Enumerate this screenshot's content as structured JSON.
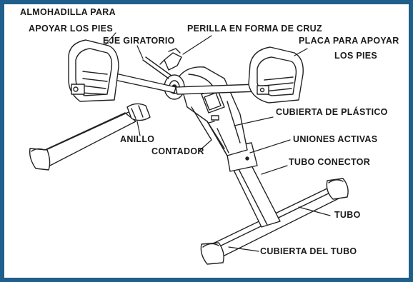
{
  "frame_color": "#1f5f8b",
  "labels": {
    "foot_pad_line1": "ALMOHADILLA PARA",
    "foot_pad_line2": "APOYAR LOS PIES",
    "pivot_axis": "EJE GIRATORIO",
    "cross_knob": "PERILLA EN FORMA DE CRUZ",
    "foot_plate_line1": "PLACA PARA APOYAR",
    "foot_plate_line2": "LOS PIES",
    "plastic_cover": "CUBIERTA DE PLÁSTICO",
    "ring": "ANILLO",
    "counter": "CONTADOR",
    "active_joints": "UNIONES ACTIVAS",
    "connector_tube": "TUBO CONECTOR",
    "tube": "TUBO",
    "tube_cover": "CUBIERTA DEL TUBO"
  }
}
